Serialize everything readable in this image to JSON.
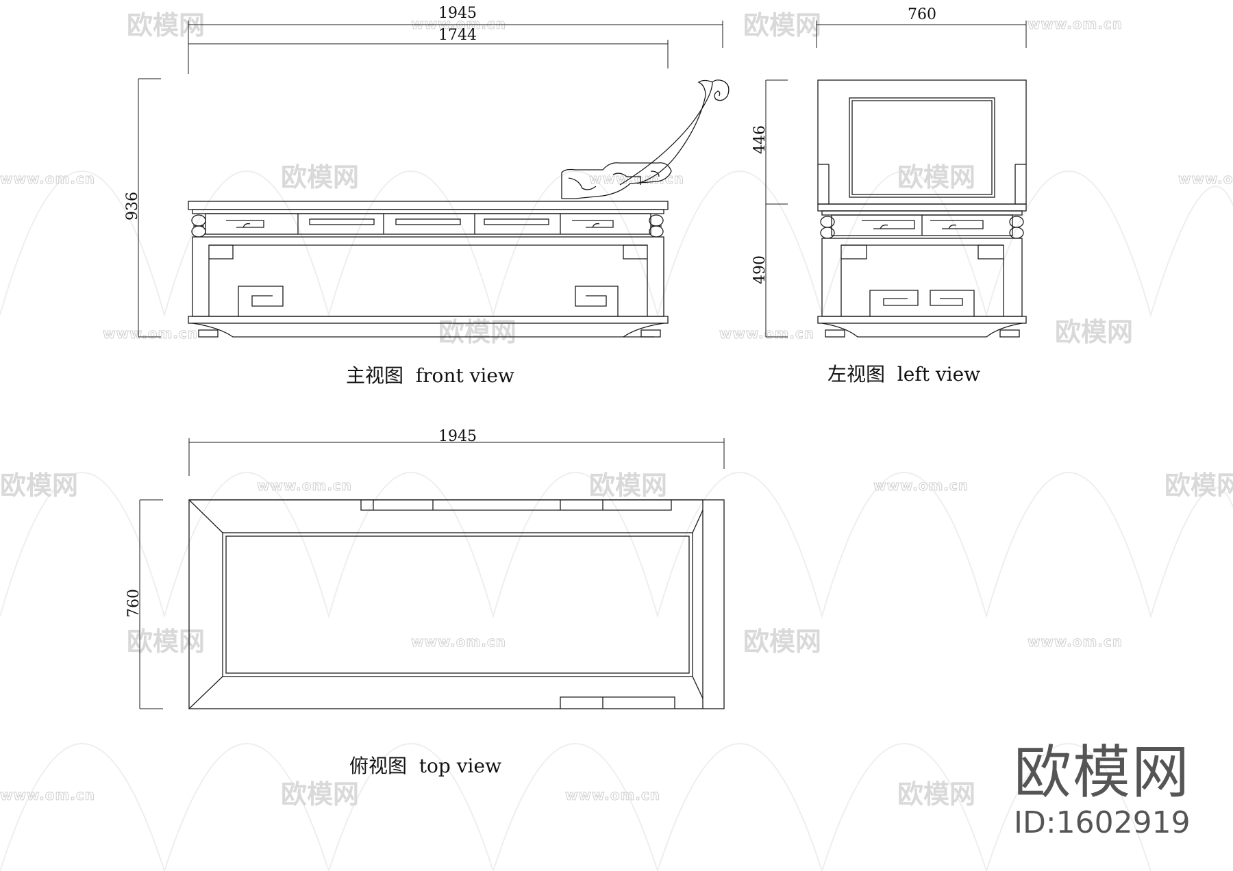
{
  "front_view": {
    "caption": "主视图  front view",
    "dims": {
      "overall_width": "1945",
      "seat_width": "1744",
      "height": "936"
    }
  },
  "left_view": {
    "caption": "左视图  left view",
    "dims": {
      "width": "760",
      "upper_height": "446",
      "lower_height": "490"
    }
  },
  "top_view": {
    "caption": "俯视图  top view",
    "dims": {
      "width": "1945",
      "depth": "760"
    }
  },
  "watermark": {
    "text": "欧模网",
    "url": "www.om.cn"
  },
  "brand": {
    "logo": "欧模网",
    "id": "ID:1602919"
  },
  "colors": {
    "line": "#1a1a1a",
    "watermark": "#d9d9d9",
    "brand": "#555555"
  }
}
